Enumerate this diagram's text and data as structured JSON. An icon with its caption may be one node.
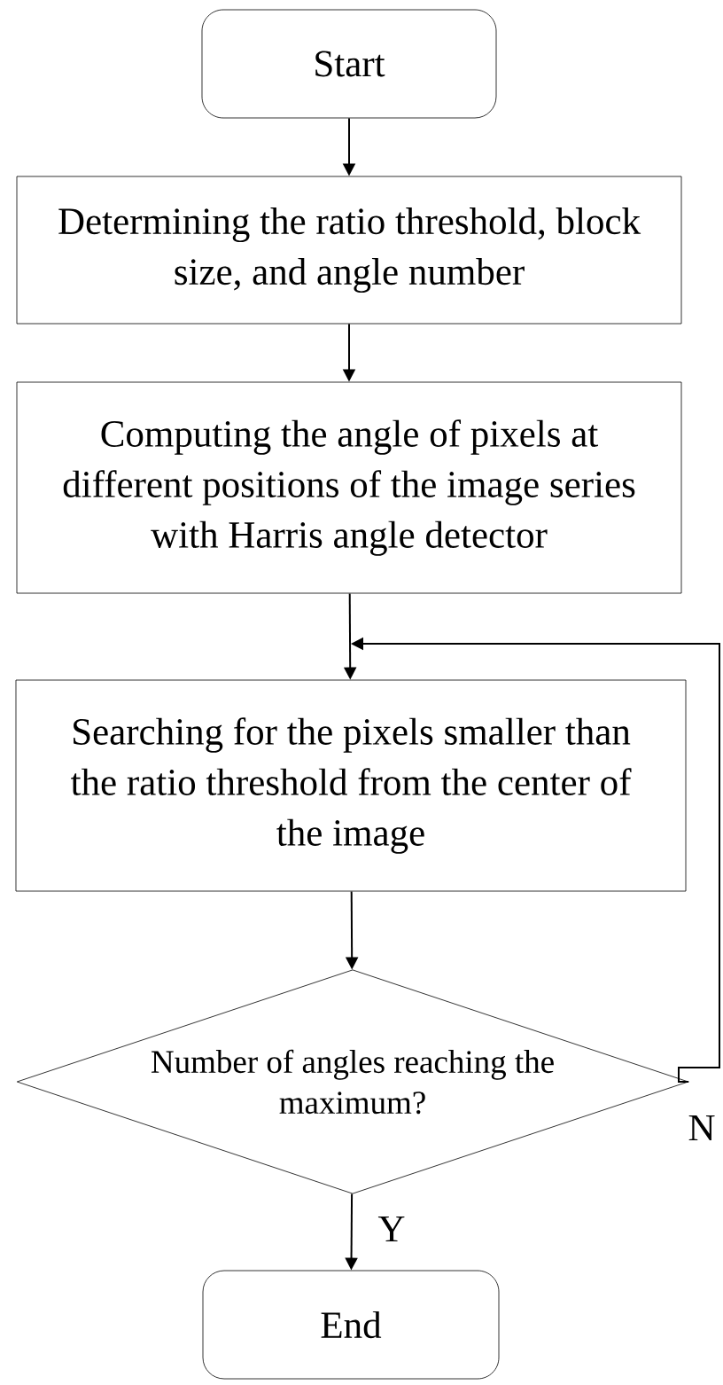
{
  "diagram": {
    "nodes": [
      {
        "text": [
          "Start"
        ]
      },
      {
        "text": [
          "Determining the ratio threshold, block size, and angle number"
        ]
      },
      {
        "text": [
          "Computing the angle of pixels at different positions of the image series with Harris angle detector"
        ]
      },
      {
        "text": [
          "Searching for the pixels smaller than the ratio threshold from the center of the image"
        ]
      },
      {
        "text": [
          "Number of angles reaching the maximum?"
        ]
      },
      {
        "text": [
          "End"
        ]
      }
    ],
    "edges": [
      {
        "from": 0,
        "to": 1,
        "arrow": "to"
      },
      {
        "from": 1,
        "to": 2,
        "arrow": "to"
      },
      {
        "from": 2,
        "to": 3,
        "arrow": "to"
      },
      {
        "from": 3,
        "to": 4,
        "arrow": "to"
      },
      {
        "from": 4,
        "to": 5,
        "arrow": "to",
        "label": "Y"
      },
      {
        "from": 4,
        "to": 3,
        "arrow": "to",
        "label": "N"
      }
    ]
  }
}
